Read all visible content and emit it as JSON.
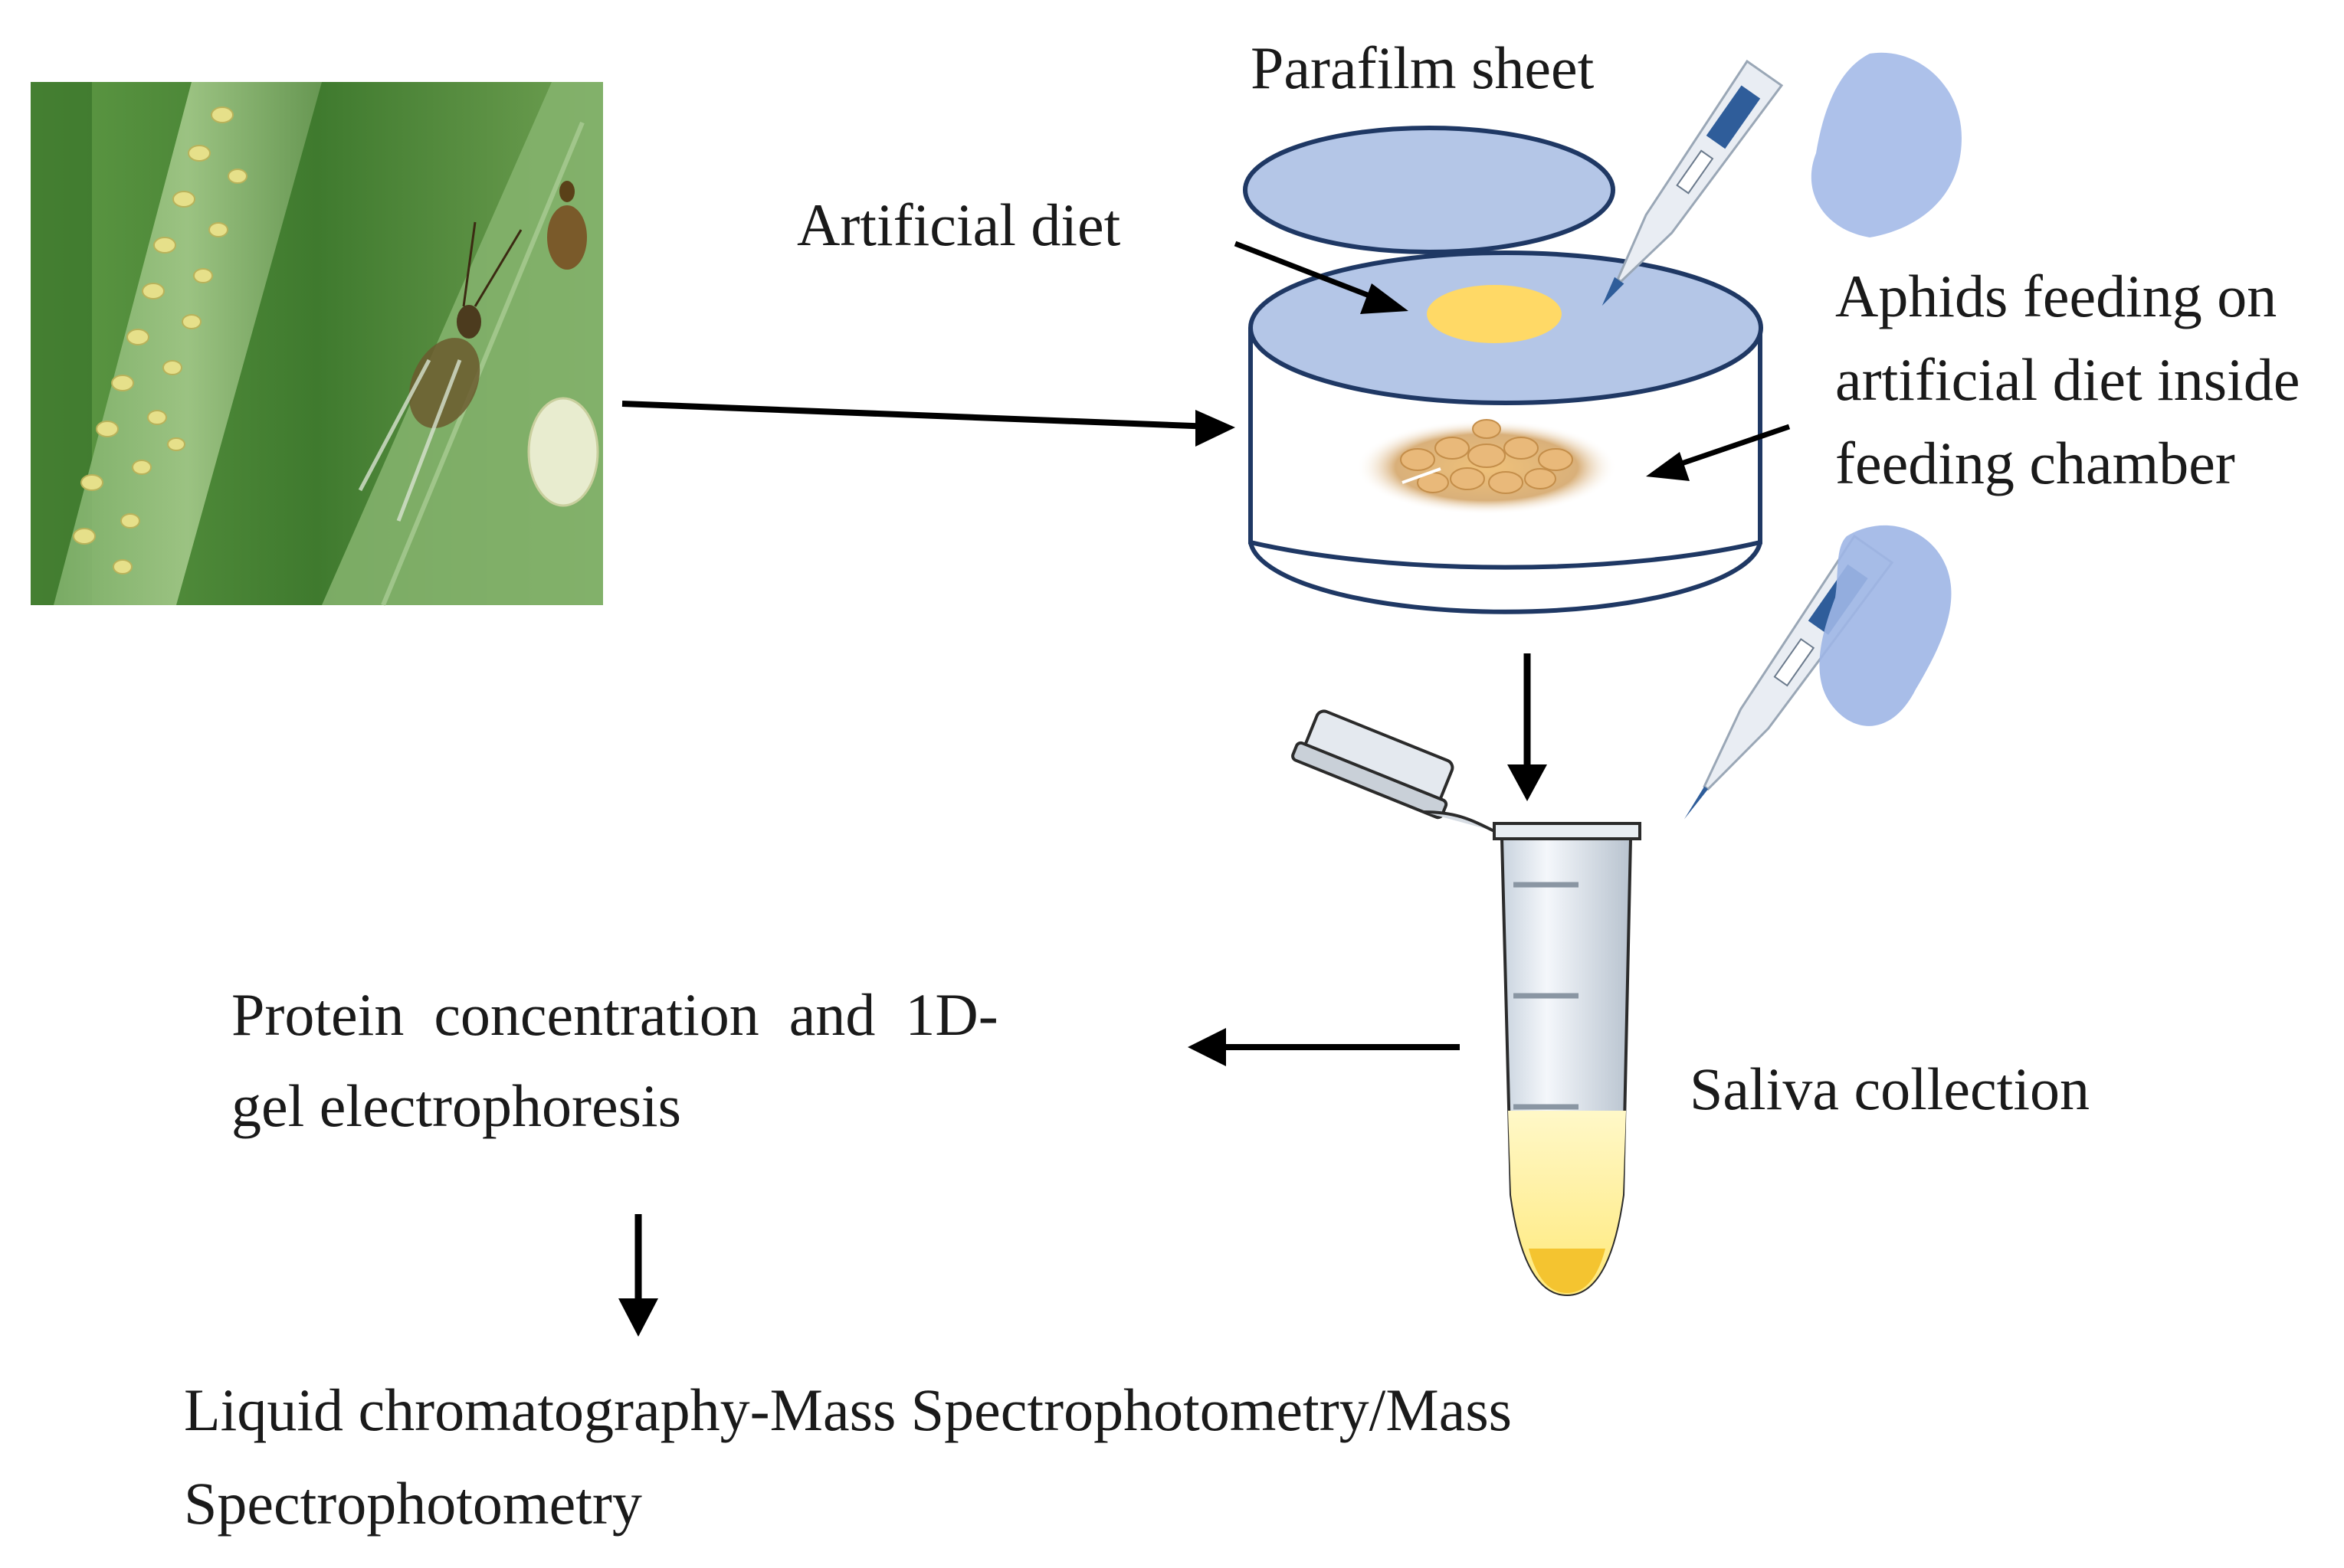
{
  "labels": {
    "parafilm": "Parafilm sheet",
    "artificial_diet": "Artificial diet",
    "aphids_feeding": [
      "Aphids feeding on",
      "artificial diet inside",
      "feeding chamber"
    ],
    "saliva_collection": "Saliva collection",
    "protein": [
      "Protein  concentration  and  1D-",
      "gel electrophoresis"
    ],
    "lc_ms": [
      "Liquid chromatography-Mass Spectrophotometry/Mass",
      "Spectrophotometry"
    ]
  },
  "colors": {
    "chamber_fill": "#b4c6e7",
    "chamber_stroke": "#1f3864",
    "diet": "#ffd966",
    "tube_liquid": "#fff3a6",
    "tube_pellet": "#f4c430",
    "leaf": "#4f8a3c",
    "glove": "#9fb6e6",
    "arrow": "#000000"
  },
  "icons": [
    "aphid-leaf-photo",
    "feeding-chamber",
    "parafilm-disc",
    "diet-drop-icon",
    "aphid-cluster-icon",
    "pipette-hand-icon",
    "microcentrifuge-tube-icon"
  ]
}
